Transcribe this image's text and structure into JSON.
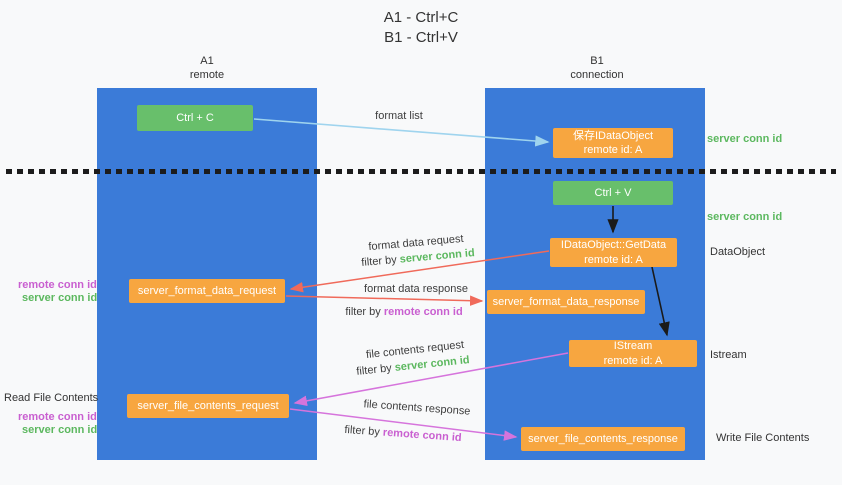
{
  "title": {
    "line1": "A1 - Ctrl+C",
    "line2": "B1 - Ctrl+V"
  },
  "lanes": {
    "left": {
      "name": "A1",
      "role": "remote"
    },
    "right": {
      "name": "B1",
      "role": "connection"
    }
  },
  "nodes": {
    "ctrl_c": "Ctrl + C",
    "ctrl_v": "Ctrl + V",
    "save_dataobject": {
      "line1": "保存IDataObject",
      "line2": "remote id: A"
    },
    "getdata": {
      "line1": "IDataObject::GetData",
      "line2": "remote id: A"
    },
    "istream": {
      "line1": "IStream",
      "line2": "remote id: A"
    },
    "format_request": "server_format_data_request",
    "format_response": "server_format_data_response",
    "file_request": "server_file_contents_request",
    "file_response": "server_file_contents_response"
  },
  "labels": {
    "format_list": "format list",
    "server_conn_id": "server conn id",
    "remote_conn_id": "remote conn id",
    "filter_by": "filter by",
    "dataobject": "DataObject",
    "istream": "Istream",
    "format_data_request": "format data request",
    "format_data_response": "format data response",
    "file_contents_request": "file contents request",
    "file_contents_response": "file contents response",
    "read_file_contents": "Read File Contents",
    "write_file_contents": "Write File Contents"
  },
  "colors": {
    "lane_blue": "#3b7bd8",
    "node_orange": "#f7a640",
    "node_green": "#68bf6b",
    "text_green": "#5cb85f",
    "text_magenta": "#c95fd0",
    "arrow_blue": "#9fd4ee",
    "arrow_red": "#f06a5a",
    "arrow_magenta": "#d674dc",
    "arrow_black": "#1a1a1a"
  }
}
